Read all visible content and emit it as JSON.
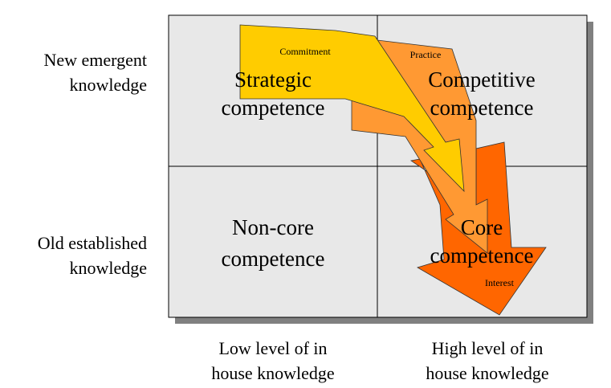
{
  "rows": [
    {
      "line1": "New emergent",
      "line2": "knowledge"
    },
    {
      "line1": "Old established",
      "line2": "knowledge"
    }
  ],
  "columns": [
    {
      "line1": "Low level of in",
      "line2": "house knowledge"
    },
    {
      "line1": "High level of in",
      "line2": "house knowledge"
    }
  ],
  "quadrants": {
    "top_left": {
      "line1": "Strategic",
      "line2": "competence"
    },
    "top_right": {
      "line1": "Competitive",
      "line2": "competence"
    },
    "bottom_left": {
      "line1": "Non-core",
      "line2": "competence"
    },
    "bottom_right": {
      "line1": "Core",
      "line2": "competence"
    }
  },
  "arrows": [
    {
      "label": "Interest",
      "color": "#ff6600"
    },
    {
      "label": "Practice",
      "color": "#ff9933"
    },
    {
      "label": "Commitment",
      "color": "#ffcc00"
    }
  ],
  "colors": {
    "grid_fill": "#e8e8e8",
    "shadow": "#808080"
  }
}
